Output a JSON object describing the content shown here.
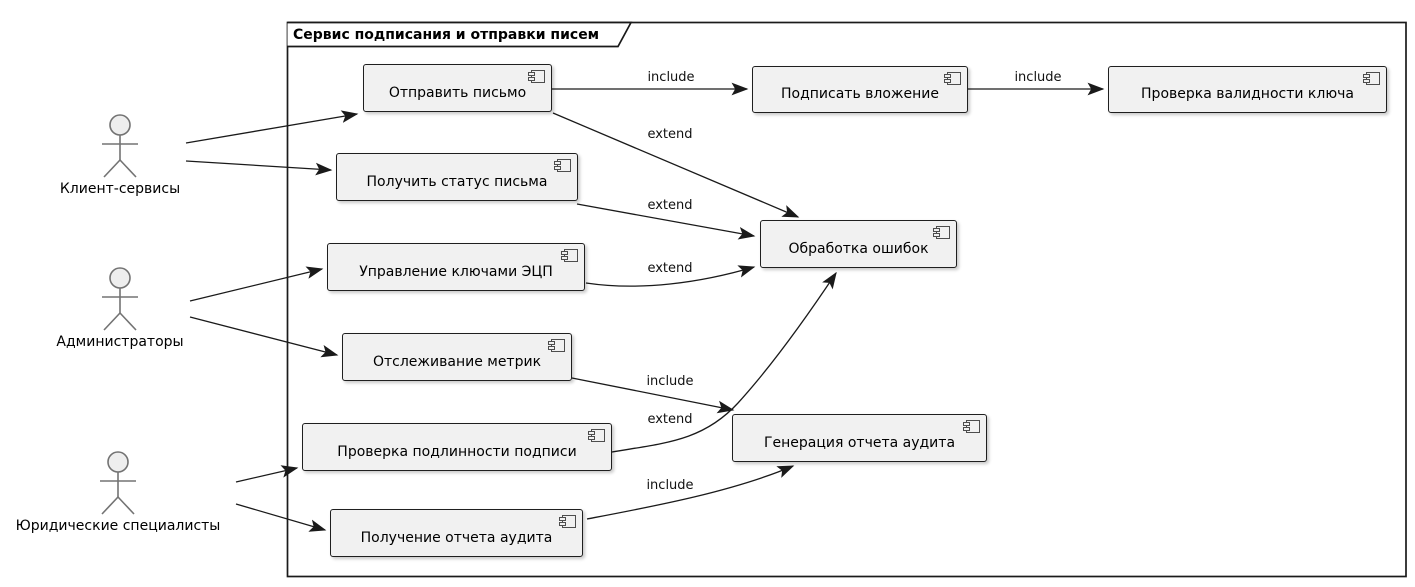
{
  "diagram": {
    "type": "uml-use-case-diagram",
    "frame_title": "Сервис подписания и отправки писем"
  },
  "actors": [
    {
      "label": "Клиент-сервисы"
    },
    {
      "label": "Администраторы"
    },
    {
      "label": "Юридические специалисты"
    }
  ],
  "usecases": [
    {
      "label": "Отправить письмо"
    },
    {
      "label": "Подписать вложение"
    },
    {
      "label": "Проверка валидности ключа"
    },
    {
      "label": "Получить статус письма"
    },
    {
      "label": "Управление ключами ЭЦП"
    },
    {
      "label": "Отслеживание метрик"
    },
    {
      "label": "Проверка подлинности подписи"
    },
    {
      "label": "Получение отчета аудита"
    },
    {
      "label": "Обработка ошибок"
    },
    {
      "label": "Генерация отчета аудита"
    }
  ],
  "edges": [
    {
      "from": "Отправить письмо",
      "to": "Подписать вложение",
      "label": "include"
    },
    {
      "from": "Подписать вложение",
      "to": "Проверка валидности ключа",
      "label": "include"
    },
    {
      "from": "Отправить письмо",
      "to": "Обработка ошибок",
      "label": "extend"
    },
    {
      "from": "Получить статус письма",
      "to": "Обработка ошибок",
      "label": "extend"
    },
    {
      "from": "Управление ключами ЭЦП",
      "to": "Обработка ошибок",
      "label": "extend"
    },
    {
      "from": "Отслеживание метрик",
      "to": "Генерация отчета аудита",
      "label": "include"
    },
    {
      "from": "Проверка подлинности подписи",
      "to": "Обработка ошибок",
      "label": "extend"
    },
    {
      "from": "Получение отчета аудита",
      "to": "Генерация отчета аудита",
      "label": "include"
    }
  ],
  "actor_links": [
    {
      "from": "Клиент-сервисы",
      "to": "Отправить письмо"
    },
    {
      "from": "Клиент-сервисы",
      "to": "Получить статус письма"
    },
    {
      "from": "Администраторы",
      "to": "Управление ключами ЭЦП"
    },
    {
      "from": "Администраторы",
      "to": "Отслеживание метрик"
    },
    {
      "from": "Юридические специалисты",
      "to": "Проверка подлинности подписи"
    },
    {
      "from": "Юридические специалисты",
      "to": "Получение отчета аудита"
    }
  ],
  "colors": {
    "node_fill": "#f1f1f1",
    "node_border": "#1f1f1f",
    "line": "#1a1a1a",
    "actor_stroke": "#737373"
  }
}
